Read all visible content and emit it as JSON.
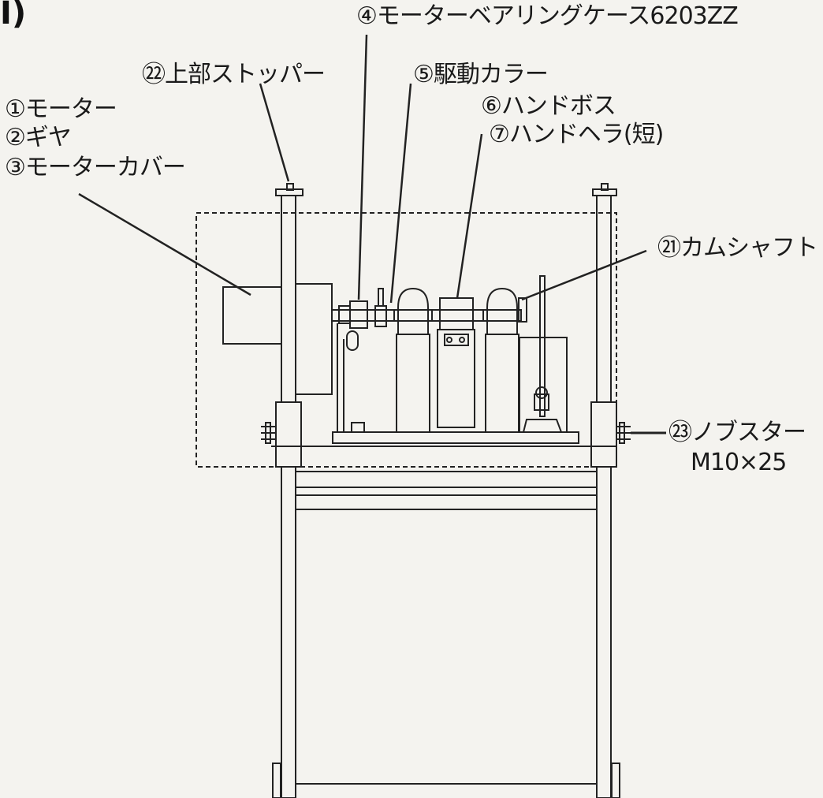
{
  "corner_mark": "I)",
  "labels": {
    "motor": "①モーター",
    "gear": "②ギヤ",
    "motor_cover": "③モーターカバー",
    "bearing_case": "④モーターベアリングケース6203ZZ",
    "drive_collar": "⑤駆動カラー",
    "hand_boss": "⑥ハンドボス",
    "hand_spatula": "⑦ハンドヘラ(短)",
    "camshaft": "㉑カムシャフト",
    "upper_stopper": "㉒上部ストッパー",
    "knob_star": "㉓ノブスター",
    "knob_star_size": "M10×25"
  },
  "colors": {
    "line": "#222222",
    "paper": "#f4f3ef"
  }
}
